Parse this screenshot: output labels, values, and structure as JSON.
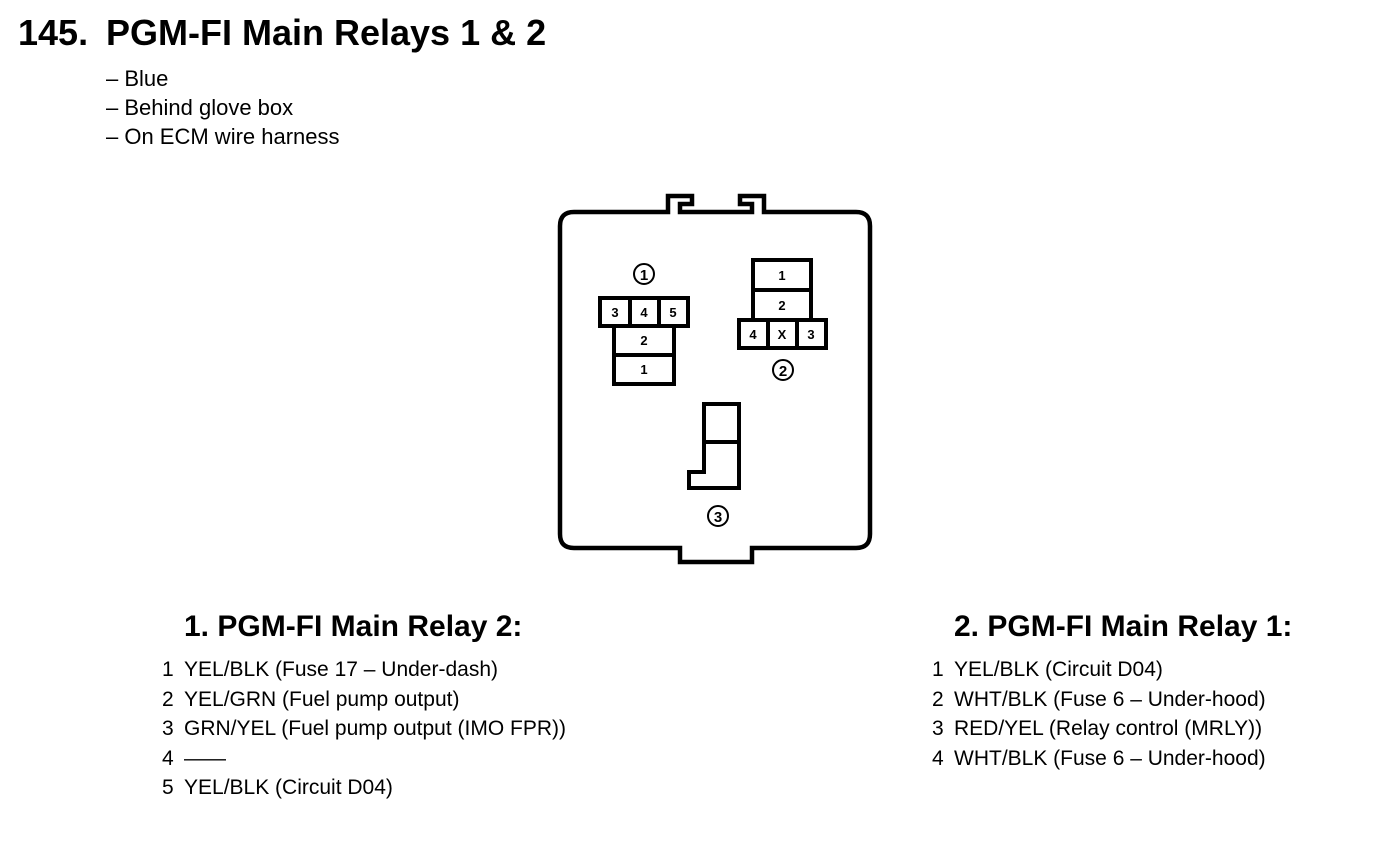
{
  "header": {
    "number": "145.",
    "title": "PGM-FI Main Relays 1 & 2"
  },
  "notes": [
    "– Blue",
    "– Behind glove box",
    "– On ECM wire harness"
  ],
  "connector": {
    "relay2_callout": "1",
    "relay1_callout": "2",
    "third_callout": "3",
    "relay2_cavities": {
      "c3": "3",
      "c4": "4",
      "c5": "5",
      "c2": "2",
      "c1": "1"
    },
    "relay1_cavities": {
      "c1": "1",
      "c2": "2",
      "c4": "4",
      "cx": "X",
      "c3": "3"
    }
  },
  "sections": [
    {
      "title": "1. PGM-FI Main Relay 2:",
      "pins": [
        {
          "pin": "1",
          "desc": "YEL/BLK (Fuse 17 – Under-dash)"
        },
        {
          "pin": "2",
          "desc": "YEL/GRN (Fuel pump output)"
        },
        {
          "pin": "3",
          "desc": "GRN/YEL (Fuel pump output (IMO FPR))"
        },
        {
          "pin": "4",
          "desc": "——"
        },
        {
          "pin": "5",
          "desc": "YEL/BLK (Circuit D04)"
        }
      ]
    },
    {
      "title": "2. PGM-FI Main Relay 1:",
      "pins": [
        {
          "pin": "1",
          "desc": "YEL/BLK (Circuit D04)"
        },
        {
          "pin": "2",
          "desc": "WHT/BLK (Fuse 6 – Under-hood)"
        },
        {
          "pin": "3",
          "desc": "RED/YEL (Relay control (MRLY))"
        },
        {
          "pin": "4",
          "desc": "WHT/BLK (Fuse 6 – Under-hood)"
        }
      ]
    }
  ]
}
